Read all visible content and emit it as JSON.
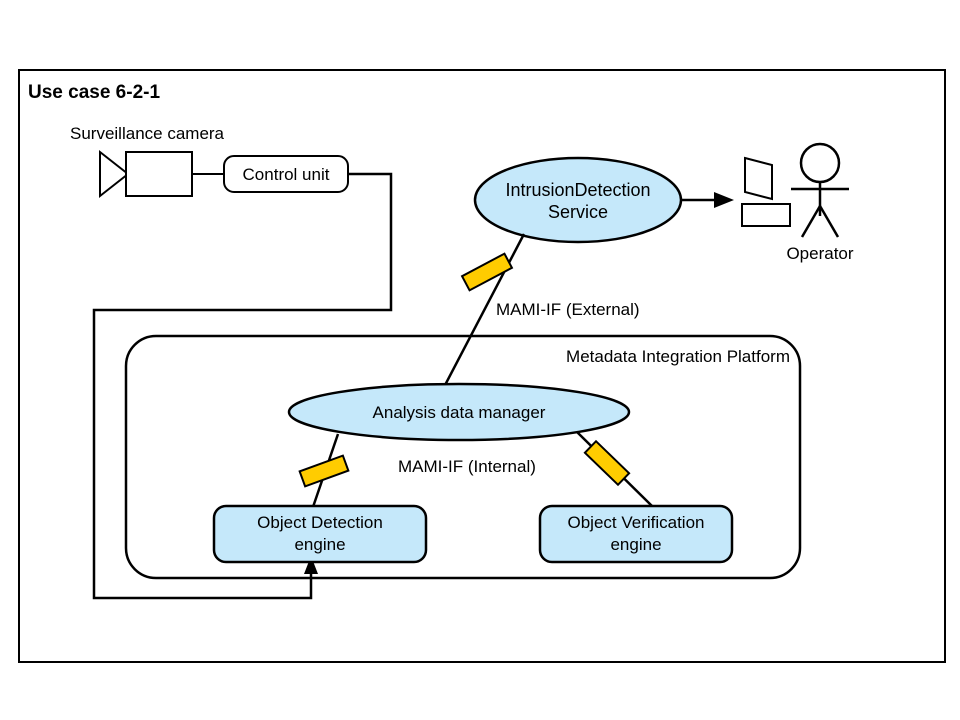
{
  "diagram": {
    "title": "Use case 6-2-1",
    "colors": {
      "node_fill": "#c5e8fa",
      "connector_fill": "#ffcc00",
      "stroke": "#000000",
      "background": "#ffffff"
    },
    "labels": {
      "surveillance_camera": "Surveillance camera",
      "control_unit": "Control unit",
      "intrusion_detection_line1": "IntrusionDetection",
      "intrusion_detection_line2": "Service",
      "operator": "Operator",
      "mami_external": "MAMI-IF (External)",
      "mami_internal": "MAMI-IF (Internal)",
      "platform": "Metadata Integration Platform",
      "analysis_data_manager": "Analysis data manager",
      "object_detection_line1": "Object Detection",
      "object_detection_line2": "engine",
      "object_verification_line1": "Object Verification",
      "object_verification_line2": "engine"
    },
    "icons": {
      "camera": "camera-icon",
      "monitor": "monitor-icon",
      "actor": "actor-stick-figure-icon",
      "connector_external": "interface-connector-icon",
      "connector_internal_left": "interface-connector-icon",
      "connector_internal_right": "interface-connector-icon"
    }
  }
}
